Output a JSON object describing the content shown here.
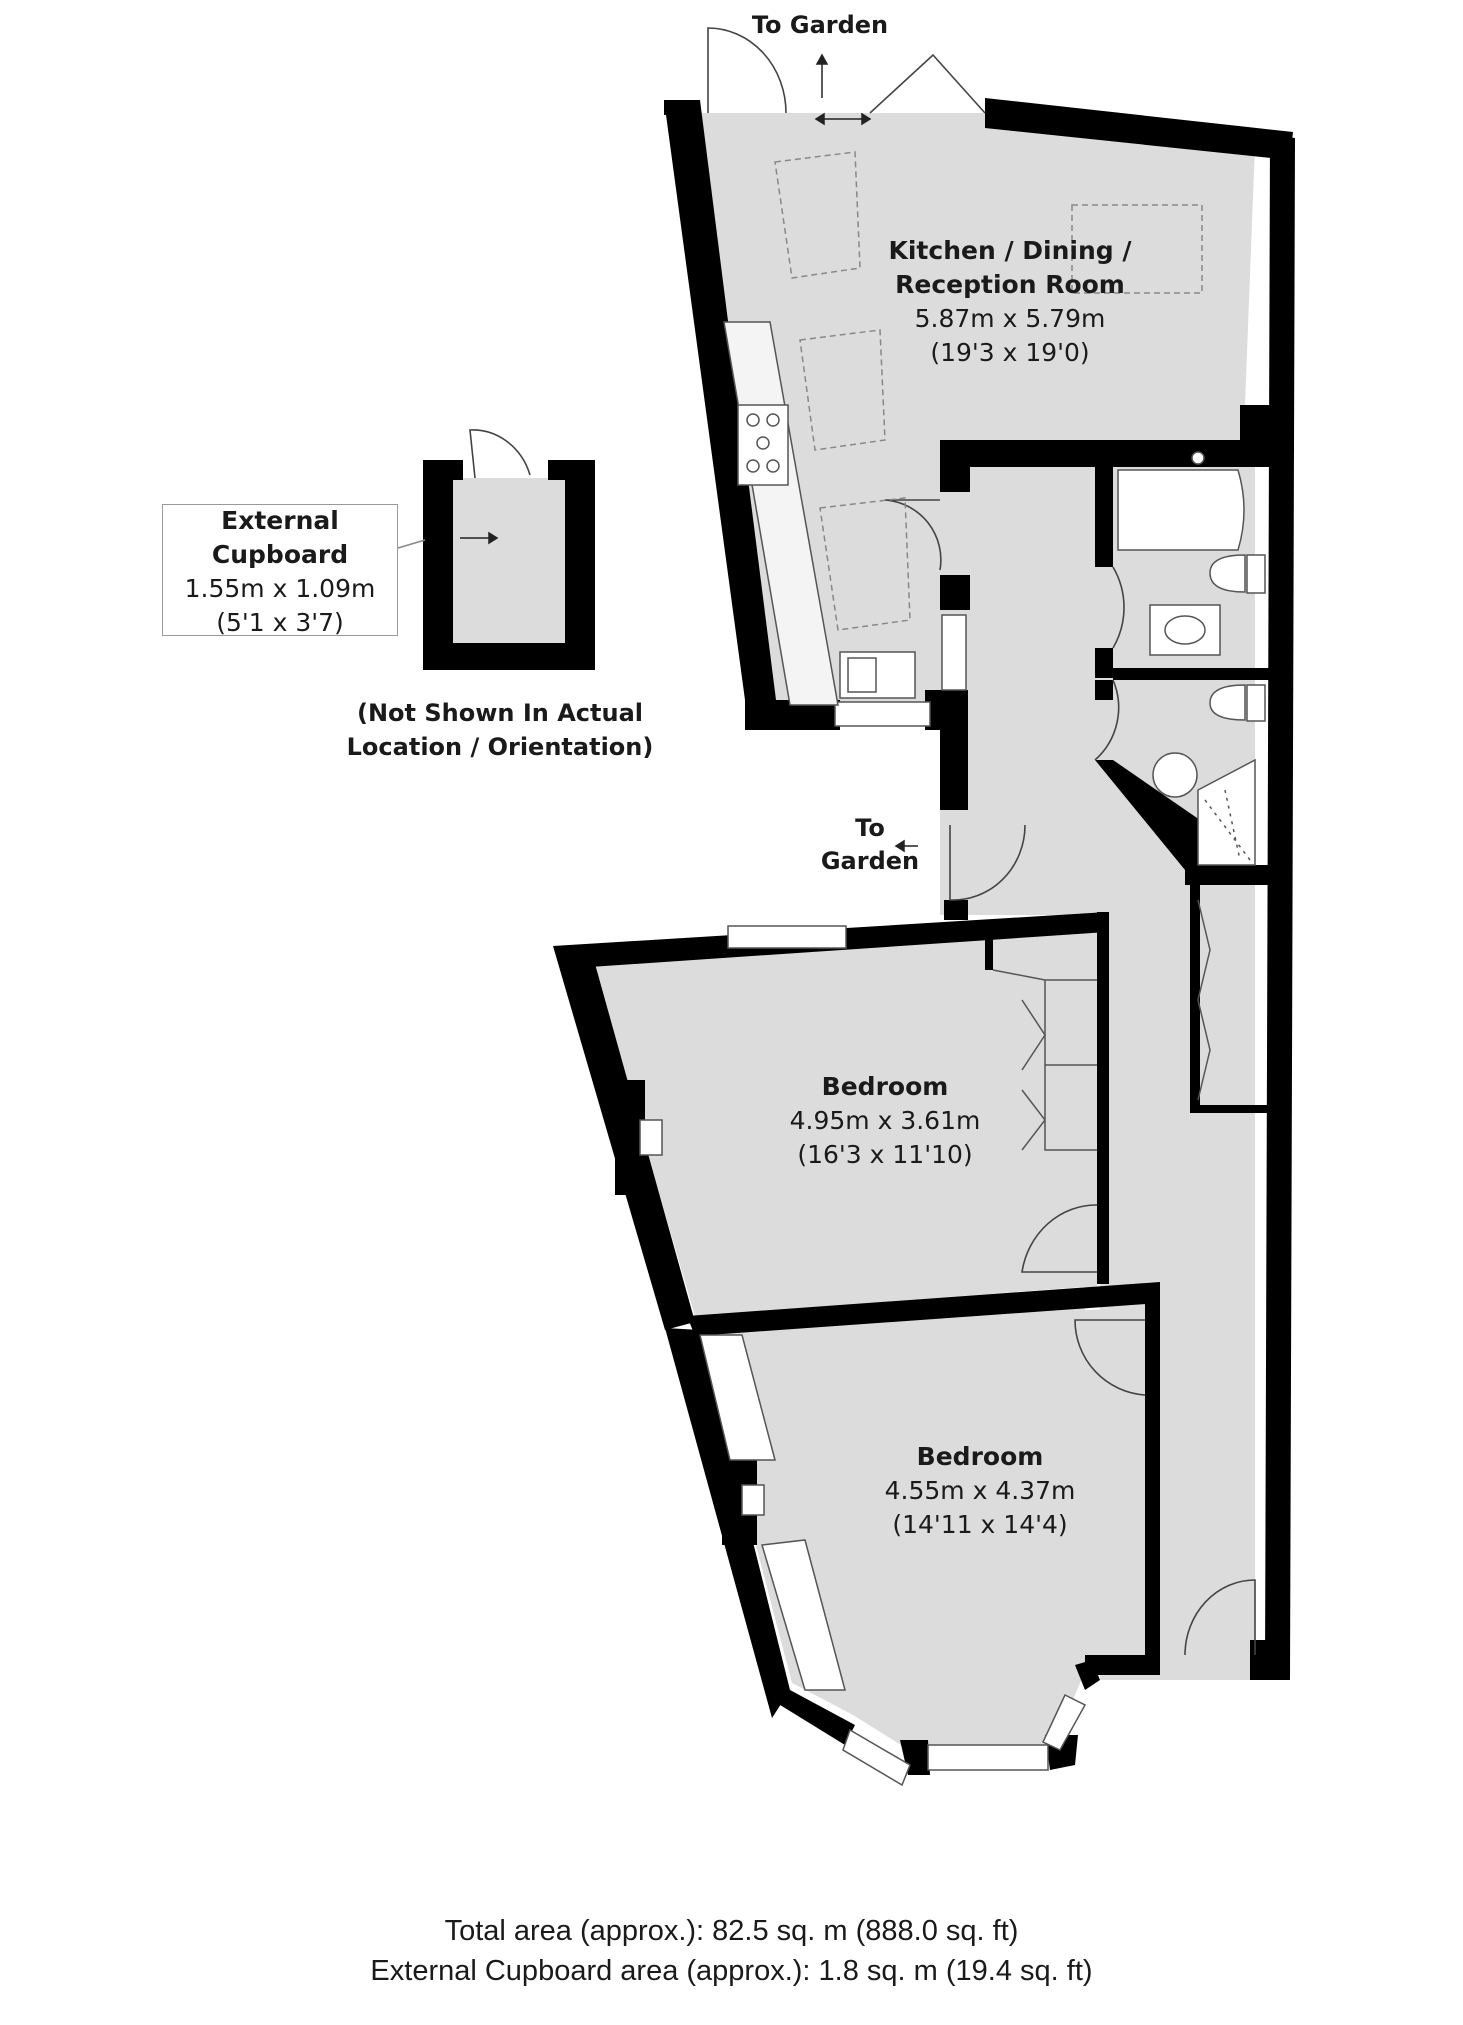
{
  "rooms": {
    "kitchen": {
      "name_line1": "Kitchen / Dining /",
      "name_line2": "Reception Room",
      "metric": "5.87m x 5.79m",
      "imperial": "(19'3 x 19'0)"
    },
    "bedroom1": {
      "name": "Bedroom",
      "metric": "4.95m x 3.61m",
      "imperial": "(16'3 x 11'10)"
    },
    "bedroom2": {
      "name": "Bedroom",
      "metric": "4.55m x 4.37m",
      "imperial": "(14'11 x 14'4)"
    },
    "external_cupboard": {
      "name_line1": "External",
      "name_line2": "Cupboard",
      "metric": "1.55m x 1.09m",
      "imperial": "(5'1 x 3'7)"
    }
  },
  "annotations": {
    "to_garden_top": "To Garden",
    "to_garden_side_line1": "To",
    "to_garden_side_line2": "Garden",
    "not_shown_line1": "(Not Shown In Actual",
    "not_shown_line2": "Location / Orientation)"
  },
  "footer": {
    "total_area": "Total area (approx.): 82.5 sq. m (888.0 sq. ft)",
    "external_area": "External Cupboard area (approx.): 1.8 sq. m (19.4 sq. ft)"
  },
  "colors": {
    "floor": "#dcdcdc",
    "wall": "#000000",
    "fixture_line": "#555555",
    "background": "#ffffff"
  }
}
